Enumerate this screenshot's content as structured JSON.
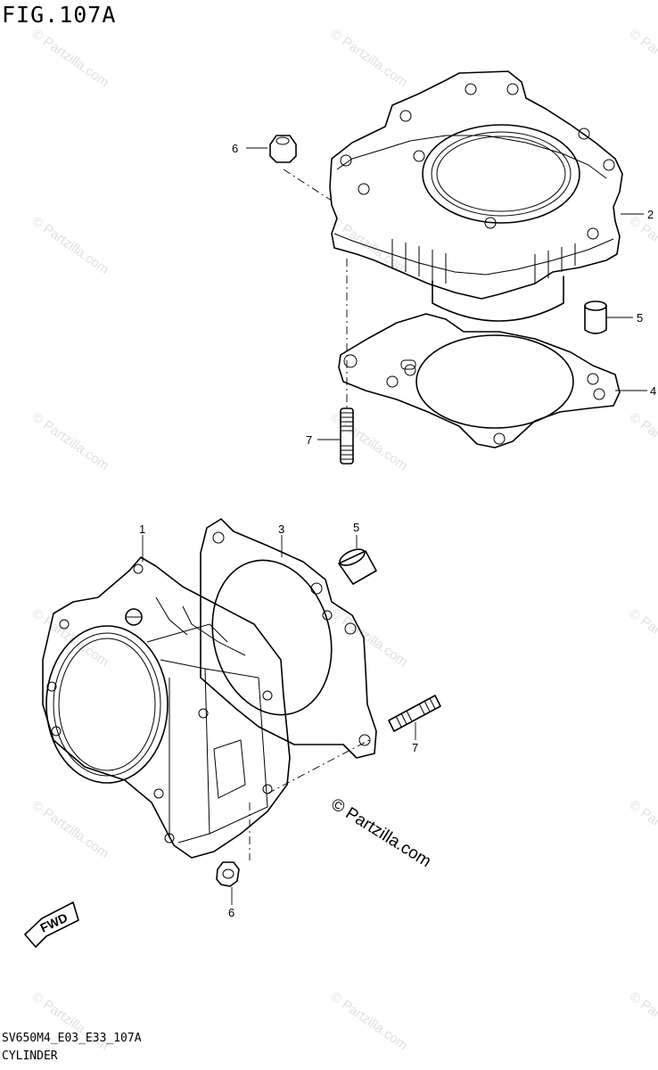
{
  "figure": {
    "title": "FIG.107A",
    "code": "SV650M4_E03_E33_107A",
    "name": "CYLINDER"
  },
  "watermark": {
    "text": "© Partzilla.com",
    "center_text": "© Partzilla.com"
  },
  "callouts": {
    "upper": [
      "6",
      "2",
      "5",
      "4",
      "7"
    ],
    "lower": [
      "1",
      "3",
      "5",
      "7",
      "6"
    ]
  },
  "fwd_badge": {
    "label": "FWD"
  },
  "colors": {
    "ink": "#000000",
    "background": "#ffffff",
    "watermark": "#c8c8c8"
  }
}
